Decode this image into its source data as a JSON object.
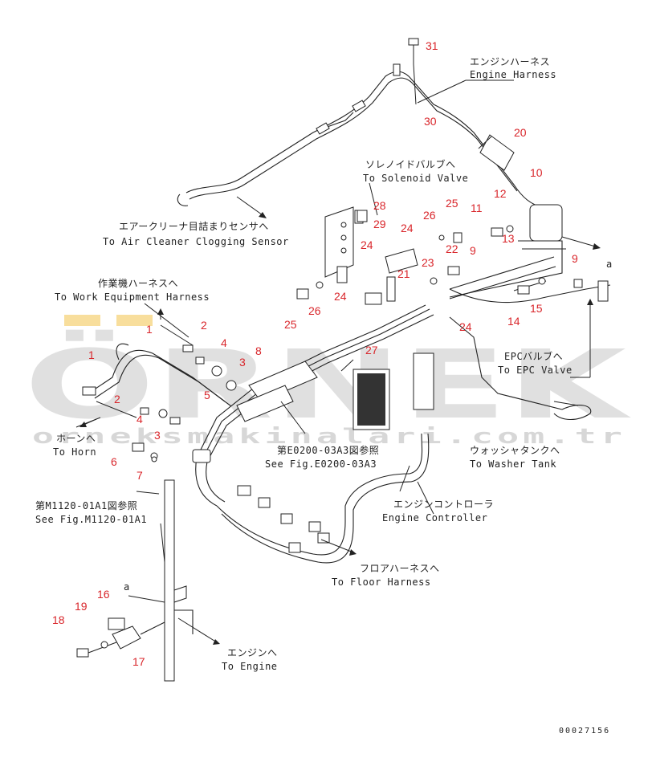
{
  "watermark": {
    "main": "ÖRNEK",
    "sub": "orneksmakinalari.com.tr"
  },
  "drawing_code": "00027156",
  "labels": {
    "engine_harness_jp": "エンジンハーネス",
    "engine_harness_en": "Engine Harness",
    "solenoid_jp": "ソレノイドバルブへ",
    "solenoid_en": "To Solenoid Valve",
    "air_cleaner_jp": "エアークリーナ目詰まりセンサへ",
    "air_cleaner_en": "To Air Cleaner Clogging Sensor",
    "work_equipment_jp": "作業機ハーネスへ",
    "work_equipment_en": "To Work Equipment Harness",
    "horn_jp": "ホーンへ",
    "horn_en": "To Horn",
    "epc_jp": "EPCバルブへ",
    "epc_en": "To EPC Valve",
    "see_e0200_jp": "第E0200-03A3図参照",
    "see_e0200_en": "See Fig.E0200-03A3",
    "washer_jp": "ウォッシャタンクへ",
    "washer_en": "To Washer Tank",
    "see_m1120_jp": "第M1120-01A1図参照",
    "see_m1120_en": "See Fig.M1120-01A1",
    "engine_controller_jp": "エンジンコントローラ",
    "engine_controller_en": "Engine Controller",
    "floor_jp": "フロアハーネスへ",
    "floor_en": "To Floor Harness",
    "engine_jp": "エンジンへ",
    "engine_en": "To Engine",
    "ref_a1": "a",
    "ref_a2": "a"
  },
  "part_numbers": [
    "31",
    "30",
    "20",
    "10",
    "12",
    "11",
    "13",
    "9",
    "9",
    "28",
    "29",
    "25",
    "26",
    "24",
    "22",
    "23",
    "21",
    "24",
    "24",
    "26",
    "25",
    "27",
    "24",
    "15",
    "14",
    "2",
    "4",
    "3",
    "8",
    "1",
    "1",
    "2",
    "5",
    "4",
    "3",
    "6",
    "7",
    "16",
    "19",
    "18",
    "17"
  ]
}
